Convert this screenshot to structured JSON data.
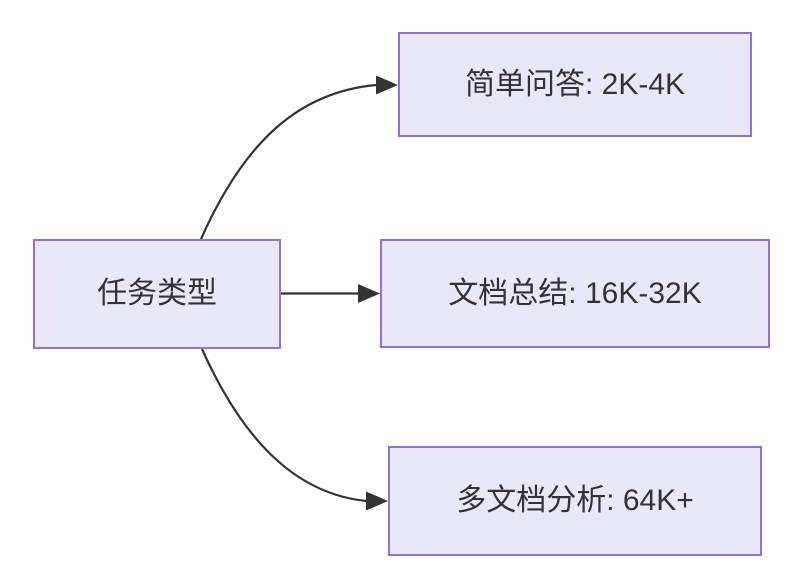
{
  "diagram": {
    "type": "flowchart",
    "direction": "LR",
    "root": {
      "id": "task-type",
      "label": "任务类型"
    },
    "branches": [
      {
        "id": "simple-qa",
        "label": "简单问答: 2K-4K"
      },
      {
        "id": "doc-summary",
        "label": "文档总结: 16K-32K"
      },
      {
        "id": "multi-doc",
        "label": "多文档分析: 64K+"
      }
    ],
    "edges": [
      {
        "from": "task-type",
        "to": "simple-qa"
      },
      {
        "from": "task-type",
        "to": "doc-summary"
      },
      {
        "from": "task-type",
        "to": "multi-doc"
      }
    ],
    "colors": {
      "node_fill": "#E9E8F8",
      "node_border": "#9370DB",
      "edge_stroke": "#333333",
      "text": "#333333",
      "background": "#FFFFFF"
    }
  }
}
